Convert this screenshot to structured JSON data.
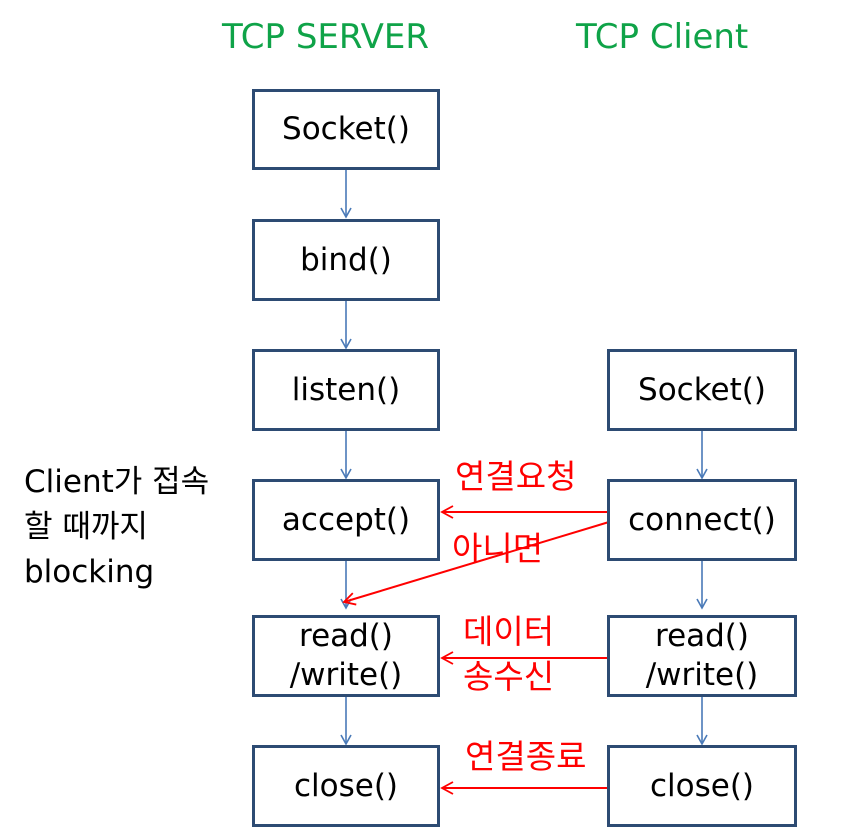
{
  "colors": {
    "header": "#0fa348",
    "box_border": "#2d4b73",
    "flow_arrow": "#4a7ab8",
    "red": "#ff0000"
  },
  "headers": {
    "server": "TCP SERVER",
    "client": "TCP Client"
  },
  "server": {
    "socket": "Socket()",
    "bind": "bind()",
    "listen": "listen()",
    "accept": "accept()",
    "read": "read()",
    "write": "/write()",
    "close": "close()"
  },
  "client": {
    "socket": "Socket()",
    "connect": "connect()",
    "read": "read()",
    "write": "/write()",
    "close": "close()"
  },
  "note": {
    "line1": "Client가 접속",
    "line2": "할 때까지",
    "line3": "blocking"
  },
  "labels": {
    "connect_request": "연결요청",
    "otherwise": "아니면",
    "data_line1": "데이터",
    "data_line2": "송수신",
    "close_connection": "연결종료"
  }
}
